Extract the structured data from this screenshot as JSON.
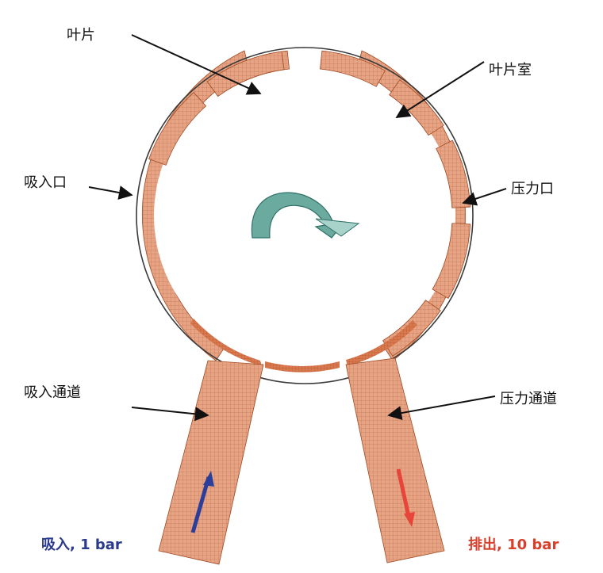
{
  "labels": {
    "vane": "叶片",
    "vane_chamber": "叶片室",
    "suction_port": "吸入口",
    "pressure_port": "压力口",
    "suction_channel": "吸入通道",
    "pressure_channel": "压力通道"
  },
  "flow": {
    "inlet_word": "吸入",
    "inlet_value": ", 1 bar",
    "outlet_word": "排出",
    "outlet_value": ", 10 bar"
  },
  "colors": {
    "mesh_fill": "#e7a484",
    "mesh_fill_dark": "#d98a63",
    "mesh_line": "#a14a22",
    "ring_line": "#3a3a3a",
    "arrow_fill": "#6aaa9f",
    "arrow_edge": "#2f6f66",
    "inlet_text": "#2a3a8c",
    "outlet_text": "#d9402c",
    "inlet_arrow": "#2c3e99",
    "outlet_arrow": "#e8453a"
  }
}
